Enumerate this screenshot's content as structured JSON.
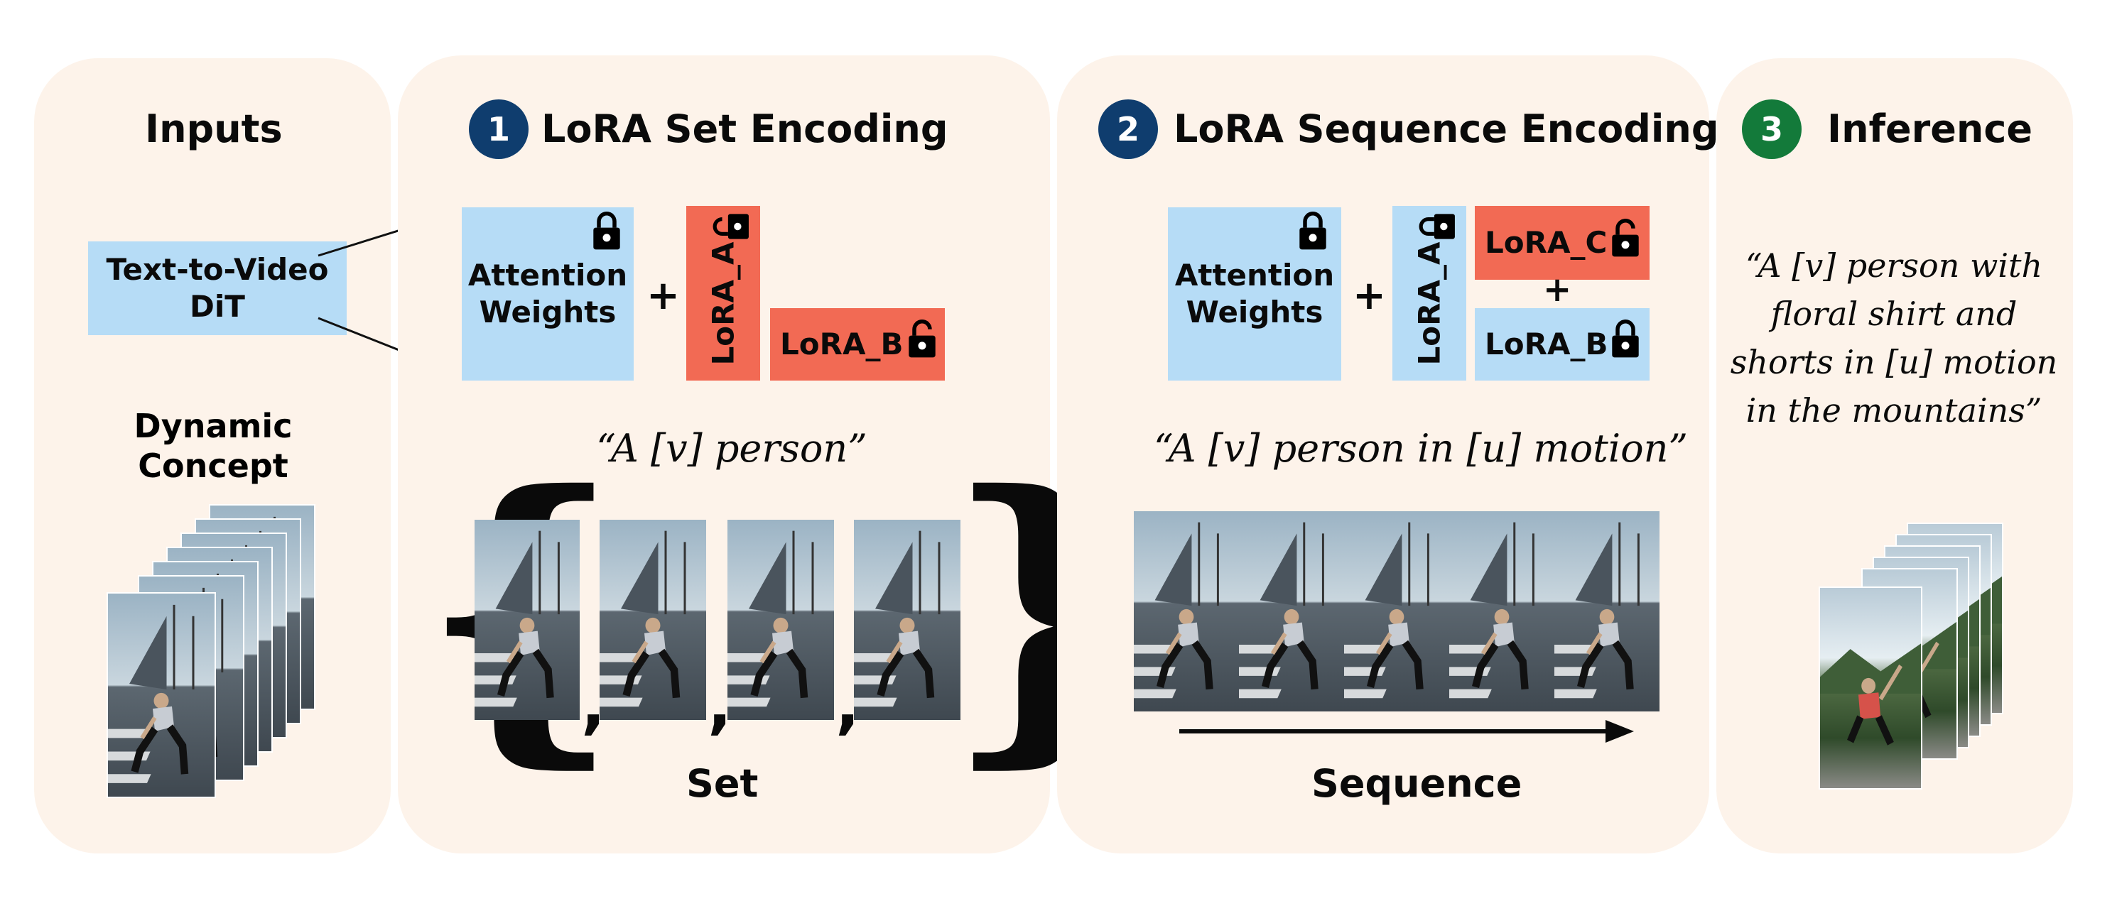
{
  "colors": {
    "panel_bg": "#fdf3ea",
    "frozen_blue": "#b6dcf6",
    "trainable_red": "#f26a54",
    "step1_badge": "#0f3d6e",
    "step2_badge": "#0f3d6e",
    "step3_badge": "#137a3a"
  },
  "inputs": {
    "title": "Inputs",
    "model_box": "Text-to-Video DiT",
    "model_line1": "Text-to-Video",
    "model_line2": "DiT",
    "concept_line1": "Dynamic",
    "concept_line2": "Concept"
  },
  "set_encoding": {
    "step": "1",
    "title": "LoRA Set Encoding",
    "attention_line1": "Attention",
    "attention_line2": "Weights",
    "plus": "+",
    "lora_a": "LoRA_A",
    "lora_b": "LoRA_B",
    "prompt": "“A [v] person”",
    "caption": "Set",
    "icons": [
      "lock-icon",
      "unlock-icon"
    ]
  },
  "sequence_encoding": {
    "step": "2",
    "title": "LoRA Sequence Encoding",
    "attention_line1": "Attention",
    "attention_line2": "Weights",
    "plus": "+",
    "lora_a": "LoRA_A",
    "lora_c": "LoRA_C",
    "lora_b": "LoRA_B",
    "prompt": "“A [v] person in [u] motion”",
    "caption": "Sequence",
    "icons": [
      "lock-icon",
      "unlock-icon",
      "right-arrow"
    ]
  },
  "inference": {
    "step": "3",
    "title": "Inference",
    "prompt_line1": "“A [v] person with",
    "prompt_line2": "floral shirt and",
    "prompt_line3": "shorts in [u] motion",
    "prompt_line4": "in the mountains”"
  }
}
